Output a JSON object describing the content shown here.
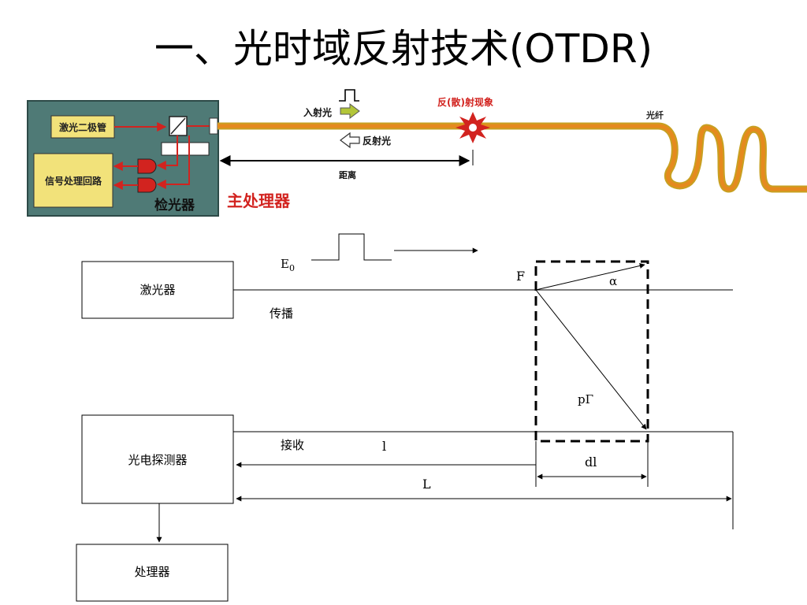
{
  "title": "一、光时域反射技术(OTDR)",
  "top_diagram": {
    "laser_diode": "激光二极管",
    "signal_circuit": "信号处理回路",
    "photodetector": "检光器",
    "main_processor": "主处理器",
    "incident_light": "入射光",
    "reflected_light": "反射光",
    "distance": "距离",
    "backscatter": "反(散)射现象",
    "fiber": "光纤"
  },
  "bottom_diagram": {
    "laser": "激光器",
    "pulse_label": "E",
    "pulse_sub": "0",
    "propagation": "传播",
    "point_f": "F",
    "alpha": "α",
    "p_gamma": "pΓ",
    "photodetector": "光电探测器",
    "receive": "接收",
    "l": "l",
    "dl": "dl",
    "L": "L",
    "processor": "处理器"
  },
  "colors": {
    "panel_bg": "#4f7a76",
    "label_box": "#f2e27a",
    "fiber_core": "#e58a1e",
    "fiber_edge": "#c8a021",
    "red": "#d2231f",
    "arrow_green": "#b3c639"
  }
}
